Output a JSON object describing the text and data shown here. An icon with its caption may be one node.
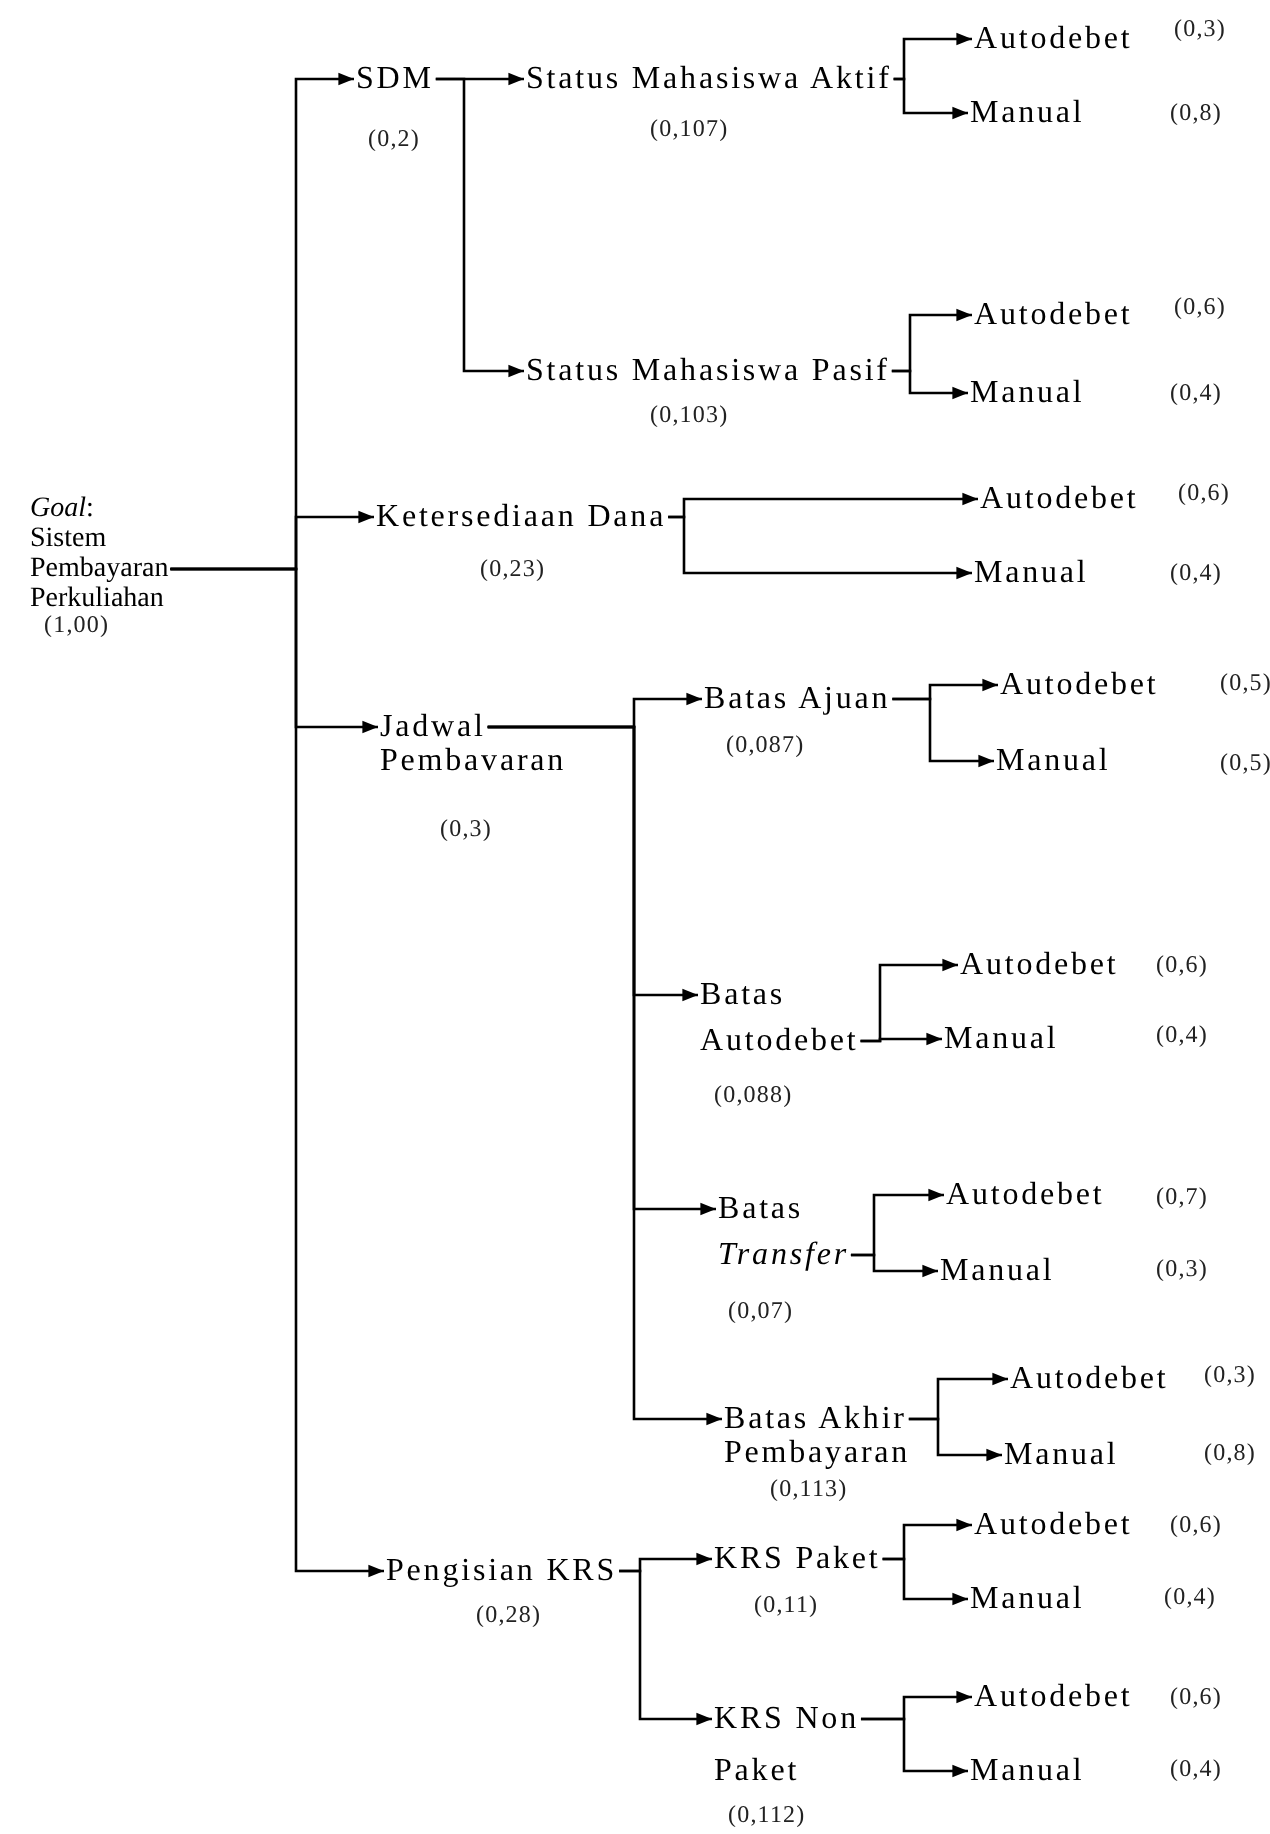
{
  "diagram": {
    "nodes": [
      {
        "text": [
          "*Goal*: Sistem Pembayaran Perkuliahan",
          "(1,00)"
        ]
      },
      {
        "text": [
          "SDM",
          "(0,2)"
        ]
      },
      {
        "text": [
          "Status Mahasiswa Aktif",
          "(0,107)"
        ]
      },
      {
        "text": [
          "Autodebet"
        ]
      },
      {
        "text": [
          "Manual"
        ]
      },
      {
        "text": [
          "Status Mahasiswa Pasif",
          "(0,103)"
        ]
      },
      {
        "text": [
          "Autodebet"
        ]
      },
      {
        "text": [
          "Manual"
        ]
      },
      {
        "text": [
          "Ketersediaan Dana",
          "(0,23)"
        ]
      },
      {
        "text": [
          "Autodebet"
        ]
      },
      {
        "text": [
          "Manual"
        ]
      },
      {
        "text": [
          "Jadwal Pembavaran",
          "(0,3)"
        ]
      },
      {
        "text": [
          "Batas Ajuan",
          "(0,087)"
        ]
      },
      {
        "text": [
          "Autodebet"
        ]
      },
      {
        "text": [
          "Manual"
        ]
      },
      {
        "text": [
          "Batas Autodebet",
          "(0,088)"
        ]
      },
      {
        "text": [
          "Autodebet"
        ]
      },
      {
        "text": [
          "Manual"
        ]
      },
      {
        "text": [
          "Batas *Transfer*",
          "(0,07)"
        ]
      },
      {
        "text": [
          "Autodebet"
        ]
      },
      {
        "text": [
          "Manual"
        ]
      },
      {
        "text": [
          "Batas Akhir Pembayaran",
          "(0,113)"
        ]
      },
      {
        "text": [
          "Autodebet"
        ]
      },
      {
        "text": [
          "Manual"
        ]
      },
      {
        "text": [
          "Pengisian KRS",
          "(0,28)"
        ]
      },
      {
        "text": [
          "KRS Paket",
          "(0,11)"
        ]
      },
      {
        "text": [
          "Autodebet"
        ]
      },
      {
        "text": [
          "Manual"
        ]
      },
      {
        "text": [
          "KRS Non Paket",
          "(0,112)"
        ]
      },
      {
        "text": [
          "Autodebet"
        ]
      },
      {
        "text": [
          "Manual"
        ]
      }
    ],
    "edges": [
      {
        "from": 0,
        "to": 1,
        "arrow": "to"
      },
      {
        "from": 0,
        "to": 8,
        "arrow": "to"
      },
      {
        "from": 0,
        "to": 11,
        "arrow": "to"
      },
      {
        "from": 0,
        "to": 24,
        "arrow": "to"
      },
      {
        "from": 1,
        "to": 2,
        "arrow": "to"
      },
      {
        "from": 1,
        "to": 5,
        "arrow": "to"
      },
      {
        "from": 2,
        "to": 3,
        "arrow": "to"
      },
      {
        "from": 2,
        "to": 4,
        "arrow": "to"
      },
      {
        "from": 5,
        "to": 6,
        "arrow": "to"
      },
      {
        "from": 5,
        "to": 7,
        "arrow": "to"
      },
      {
        "from": 8,
        "to": 9,
        "arrow": "to"
      },
      {
        "from": 8,
        "to": 10,
        "arrow": "to"
      },
      {
        "from": 11,
        "to": 12,
        "arrow": "to"
      },
      {
        "from": 11,
        "to": 15,
        "arrow": "to"
      },
      {
        "from": 11,
        "to": 18,
        "arrow": "to"
      },
      {
        "from": 11,
        "to": 21,
        "arrow": "to"
      },
      {
        "from": 12,
        "to": 13,
        "arrow": "to"
      },
      {
        "from": 12,
        "to": 14,
        "arrow": "to"
      },
      {
        "from": 15,
        "to": 16,
        "arrow": "to"
      },
      {
        "from": 15,
        "to": 17,
        "arrow": "to"
      },
      {
        "from": 18,
        "to": 19,
        "arrow": "to"
      },
      {
        "from": 18,
        "to": 20,
        "arrow": "to"
      },
      {
        "from": 21,
        "to": 22,
        "arrow": "to"
      },
      {
        "from": 21,
        "to": 23,
        "arrow": "to"
      },
      {
        "from": 24,
        "to": 25,
        "arrow": "to"
      },
      {
        "from": 24,
        "to": 28,
        "arrow": "to"
      },
      {
        "from": 25,
        "to": 26,
        "arrow": "to"
      },
      {
        "from": 25,
        "to": 27,
        "arrow": "to"
      },
      {
        "from": 28,
        "to": 29,
        "arrow": "to"
      },
      {
        "from": 28,
        "to": 30,
        "arrow": "to"
      }
    ],
    "labels": [
      "(0,3)",
      "(0,8)",
      "(0,6)",
      "(0,4)",
      "(0,6)",
      "(0,4)",
      "(0,5)",
      "(0,5)",
      "(0,6)",
      "(0,4)",
      "(0,7)",
      "(0,3)",
      "(0,3)",
      "(0,8)",
      "(0,6)",
      "(0,4)",
      "(0,6)",
      "(0,4)"
    ]
  }
}
